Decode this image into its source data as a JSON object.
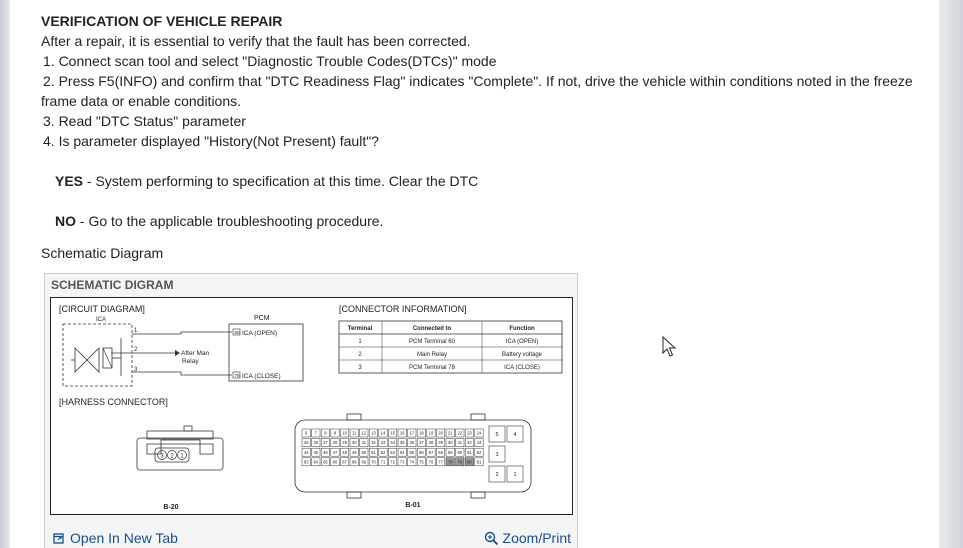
{
  "article": {
    "heading": "VERIFICATION OF VEHICLE REPAIR",
    "intro": "After a repair, it is essential to verify that the fault has been corrected.",
    "steps": [
      " 1. Connect scan tool and select \"Diagnostic Trouble Codes(DTCs)\" mode",
      " 2. Press F5(INFO) and confirm that \"DTC Readiness Flag\" indicates \"Complete\". If not, drive the vehicle within conditions noted in the freeze",
      "frame data or enable conditions.",
      " 3. Read \"DTC Status\" parameter",
      " 4. Is parameter displayed \"History(Not Present) fault\"?"
    ],
    "yes_label": "YES",
    "yes_text": " - System performing to specification at this time. Clear the DTC",
    "no_label": "NO",
    "no_text": " - Go to the applicable troubleshooting procedure.",
    "schematic_label": "Schematic Diagram"
  },
  "figure": {
    "title": "SCHEMATIC DIGRAM",
    "open_link": "Open In New Tab",
    "zoom_link": "Zoom/Print",
    "circuit_title": "[CIRCUIT DIAGRAM]",
    "ica_label": "ICA",
    "pcm_label": "PCM",
    "pcm_pin_open": "ICA (OPEN)",
    "pcm_pin_close": "ICA (CLOSE)",
    "pin_60": "60",
    "pin_78": "78",
    "wire_1": "1",
    "wire_2": "2",
    "wire_3": "3",
    "relay_label_1": "After Man",
    "relay_label_2": "Relay",
    "connector_title": "[CONNECTOR INFORMATION]",
    "table_headers": [
      "Terminal",
      "Connected to",
      "Function"
    ],
    "table_rows": [
      [
        "1",
        "PCM Terminal 60",
        "ICA (OPEN)"
      ],
      [
        "2",
        "Main Relay",
        "Battery voltage"
      ],
      [
        "3",
        "PCM Terminal 78",
        "ICA (CLOSE)"
      ]
    ],
    "harness_title": "[HARNESS CONNECTOR]",
    "conn_small_pins": [
      "3",
      "2",
      "1"
    ],
    "conn_small_label": "B-20",
    "conn_large_label": "B-01",
    "big_row_1": [
      "6",
      "7",
      "8",
      "9",
      "10",
      "11",
      "12",
      "13",
      "14",
      "15",
      "16",
      "17",
      "18",
      "19",
      "20",
      "21",
      "22",
      "23",
      "24"
    ],
    "big_row_2": [
      "25",
      "26",
      "27",
      "28",
      "29",
      "30",
      "31",
      "32",
      "33",
      "34",
      "35",
      "36",
      "37",
      "38",
      "39",
      "40",
      "41",
      "42",
      "43"
    ],
    "big_row_3": [
      "44",
      "45",
      "46",
      "47",
      "48",
      "49",
      "50",
      "51",
      "52",
      "53",
      "54",
      "55",
      "56",
      "57",
      "58",
      "59",
      "60",
      "61",
      "62"
    ],
    "big_row_4": [
      "63",
      "64",
      "65",
      "66",
      "67",
      "68",
      "69",
      "70",
      "71",
      "72",
      "73",
      "74",
      "75",
      "76",
      "77",
      "78",
      "79",
      "80",
      "81"
    ],
    "side_pins": [
      "5",
      "4",
      "3",
      "2",
      "1"
    ]
  },
  "colors": {
    "link": "#1a4e8a",
    "page_bg": "#ffffff",
    "shade": "#9a9a9a"
  }
}
